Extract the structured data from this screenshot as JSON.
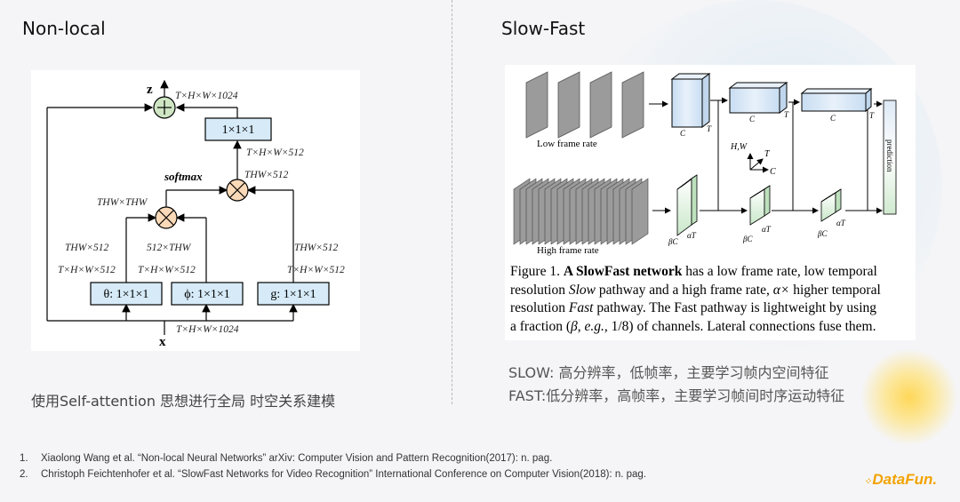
{
  "left": {
    "title": "Non-local",
    "caption": "使用Self-attention 思想进行全局 时空关系建模",
    "diagram": {
      "out_node": "z",
      "in_node": "x",
      "out_dim": "T×H×W×1024",
      "in_dim": "T×H×W×1024",
      "conv_out": "1×1×1",
      "conv_out_dim": "T×H×W×512",
      "mid_dim": "THW×512",
      "softmax": "softmax",
      "attn_dim": "THW×THW",
      "theta_box": "θ: 1×1×1",
      "phi_box": "ϕ: 1×1×1",
      "g_box": "g: 1×1×1",
      "theta_dim_top": "THW×512",
      "theta_dim_bot": "T×H×W×512",
      "phi_dim_top": "512×THW",
      "phi_dim_bot": "T×H×W×512",
      "g_dim_top": "THW×512",
      "g_dim_bot": "T×H×W×512"
    }
  },
  "right": {
    "title": "Slow-Fast",
    "diagram": {
      "low_rate": "Low frame rate",
      "high_rate": "High frame rate",
      "c": "C",
      "t": "T",
      "hw": "H,W",
      "ac": "αT",
      "bc": "βC",
      "prediction": "prediction"
    },
    "figure_caption": {
      "label": "Figure 1.",
      "bold": "A SlowFast network",
      "l1": " has a low frame rate, low temporal",
      "l2a": "resolution ",
      "l2b": "Slow",
      "l2c": " pathway and a high frame rate, ",
      "l2d": "α×",
      "l2e": " higher temporal",
      "l3a": "resolution ",
      "l3b": "Fast",
      "l3c": " pathway. The Fast pathway is lightweight by using",
      "l4a": "a fraction (",
      "l4b": "β",
      "l4c": ", ",
      "l4d": "e.g.",
      "l4e": ", 1/8) of channels. Lateral connections fuse them."
    },
    "notes": [
      "SLOW: 高分辨率，低帧率，主要学习帧内空间特征",
      "FAST:低分辨率，高帧率，主要学习帧间时序运动特征"
    ]
  },
  "references": [
    {
      "num": "1.",
      "text": "Xiaolong Wang et al. “Non-local Neural Networks” arXiv: Computer Vision and Pattern Recognition(2017): n. pag."
    },
    {
      "num": "2.",
      "text": "Christoph Feichtenhofer et al. “SlowFast Networks for Video Recognition” International Conference on Computer Vision(2018): n. pag."
    }
  ],
  "logo": "DataFun."
}
